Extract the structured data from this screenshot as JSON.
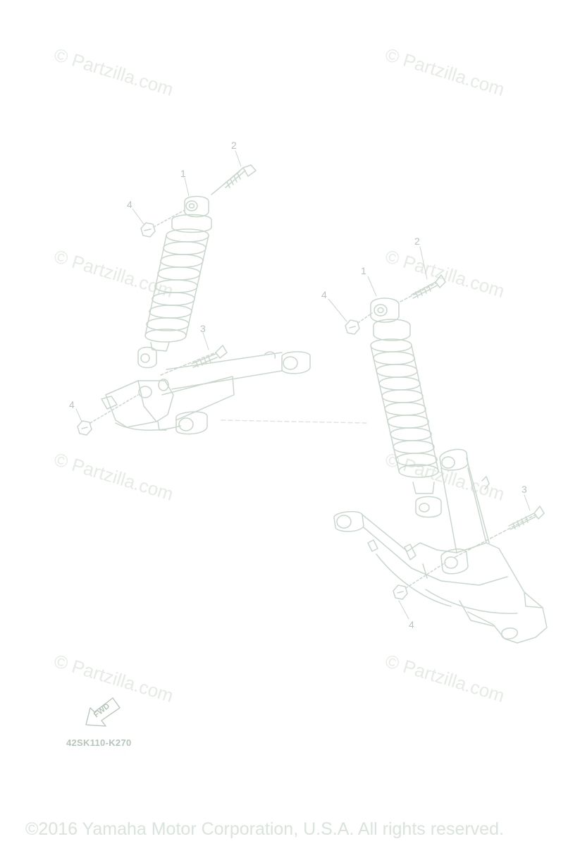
{
  "watermarks": [
    "© Partzilla.com",
    "© Partzilla.com",
    "© Partzilla.com",
    "© Partzilla.com",
    "© Partzilla.com",
    "© Partzilla.com",
    "© Partzilla.com",
    "© Partzilla.com"
  ],
  "callouts": {
    "left_1": "1",
    "left_2": "2",
    "left_3": "3",
    "left_4_top": "4",
    "left_4_bottom": "4",
    "right_1": "1",
    "right_2": "2",
    "right_3": "3",
    "right_4_top": "4",
    "right_4_bottom": "4"
  },
  "fwd_label": "FWD",
  "diagram_code": "42SK110-K270",
  "copyright": "©2016 Yamaha Motor Corporation, U.S.A. All rights reserved.",
  "colors": {
    "line": "#c9d8cc",
    "label": "#b4c6b8",
    "watermark": "#e4ece4"
  }
}
